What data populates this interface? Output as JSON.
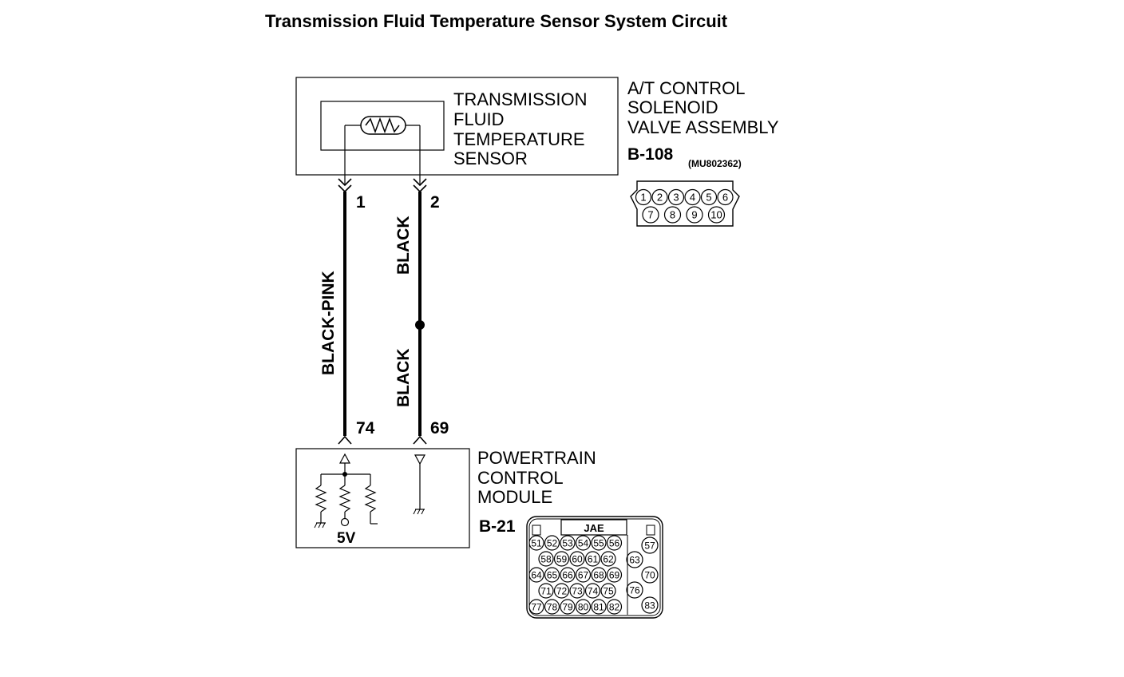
{
  "title": "Transmission Fluid Temperature Sensor System Circuit",
  "sensor": {
    "label": [
      "TRANSMISSION",
      "FLUID",
      "TEMPERATURE",
      "SENSOR"
    ]
  },
  "solenoid_assembly": {
    "label": [
      "A/T CONTROL",
      "SOLENOID",
      "VALVE ASSEMBLY"
    ],
    "connector_id": "B-108",
    "part_number": "(MU802362)",
    "pins_row1": [
      "1",
      "2",
      "3",
      "4",
      "5",
      "6"
    ],
    "pins_row2": [
      "7",
      "8",
      "9",
      "10"
    ]
  },
  "wires": [
    {
      "from_pin": "1",
      "to_pin": "74",
      "color": "BLACK-PINK"
    },
    {
      "from_pin": "2",
      "to_pin": "69",
      "color_upper": "BLACK",
      "color_lower": "BLACK"
    }
  ],
  "pcm": {
    "label": [
      "POWERTRAIN",
      "CONTROL",
      "MODULE"
    ],
    "connector_id": "B-21",
    "connector_maker": "JAE",
    "supply_voltage": "5V",
    "pins_row1": [
      "51",
      "52",
      "53",
      "54",
      "55",
      "56"
    ],
    "pins_row2": [
      "58",
      "59",
      "60",
      "61",
      "62"
    ],
    "pins_row3": [
      "64",
      "65",
      "66",
      "67",
      "68",
      "69"
    ],
    "pins_row4": [
      "71",
      "72",
      "73",
      "74",
      "75"
    ],
    "pins_row5": [
      "77",
      "78",
      "79",
      "80",
      "81",
      "82"
    ],
    "pins_side": [
      "57",
      "63",
      "70",
      "76",
      "83"
    ]
  }
}
